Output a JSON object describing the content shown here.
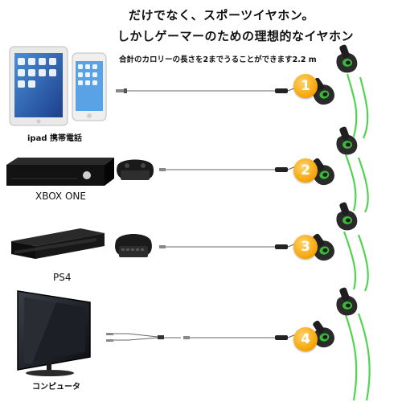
{
  "headline": {
    "line1": "だけでなく、スポーツイヤホン。",
    "line2": "しかしゲーマーのための理想的なイヤホン",
    "subline": "合計のカロリーの長さを2までうることができます2.2 m"
  },
  "devices": [
    {
      "label": "ipad  携帯電話",
      "badge": "1"
    },
    {
      "label": "XBOX ONE",
      "badge": "2"
    },
    {
      "label": "PS4",
      "badge": "3"
    },
    {
      "label": "コンピュータ",
      "badge": "4"
    }
  ],
  "colors": {
    "badge": "#f5a300",
    "cable": "#3cd13c",
    "earbud": "#2a2a2a"
  }
}
